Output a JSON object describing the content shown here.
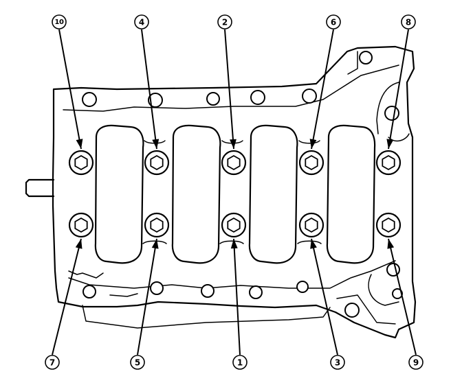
{
  "diagram": {
    "type": "bolt-tightening-sequence",
    "bolts": [
      {
        "label": "10",
        "row": "top",
        "column": 1
      },
      {
        "label": "4",
        "row": "top",
        "column": 2
      },
      {
        "label": "2",
        "row": "top",
        "column": 3
      },
      {
        "label": "6",
        "row": "top",
        "column": 4
      },
      {
        "label": "8",
        "row": "top",
        "column": 5
      },
      {
        "label": "7",
        "row": "bottom",
        "column": 1
      },
      {
        "label": "5",
        "row": "bottom",
        "column": 2
      },
      {
        "label": "1",
        "row": "bottom",
        "column": 3
      },
      {
        "label": "3",
        "row": "bottom",
        "column": 4
      },
      {
        "label": "9",
        "row": "bottom",
        "column": 5
      }
    ],
    "colors": {
      "line": "#000000",
      "background": "#ffffff"
    }
  }
}
